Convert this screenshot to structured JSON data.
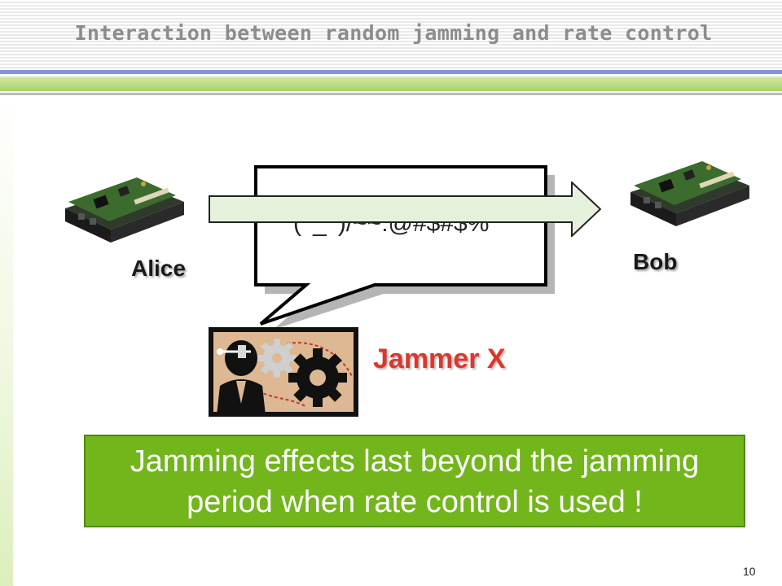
{
  "slide": {
    "title": "Interaction between random jamming and rate control",
    "alice_label": "Alice",
    "bob_label": "Bob",
    "jammer_label": "Jammer X",
    "bubble_text": "(^_^)/~~:@#$#$%",
    "message_line1": "Jamming effects last beyond the jamming",
    "message_line2": "period when rate control is used !",
    "page_number": "10"
  },
  "colors": {
    "message_bg": "#72b61c",
    "jammer_text": "#d9382e",
    "arrow_fill": "#e6f1dc"
  },
  "icons": [
    "sensor-node-icon",
    "jammer-figure-icon",
    "gear-icon",
    "transmission-arrow-icon",
    "speech-bubble-icon"
  ]
}
